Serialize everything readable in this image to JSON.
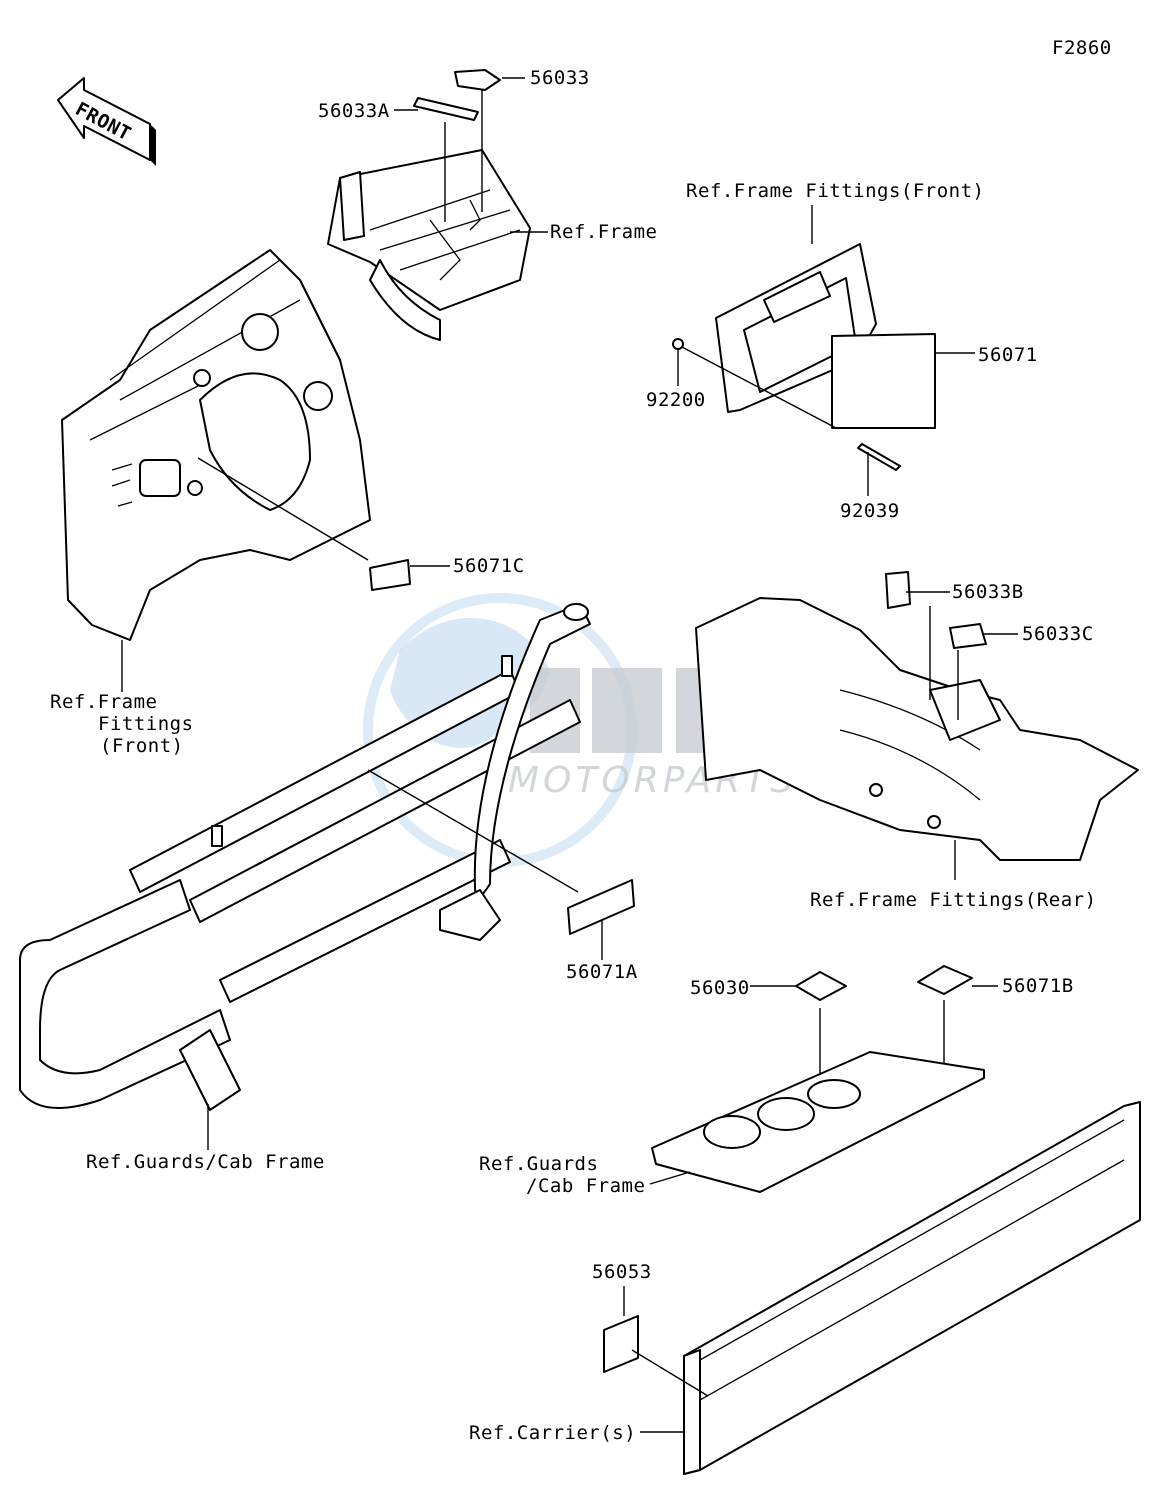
{
  "diagram": {
    "figure_code": "F2860",
    "front_arrow_text": "FRONT",
    "watermark": {
      "logo": "OEM",
      "text": "MOTORPARTS"
    },
    "labels": {
      "l56033": "56033",
      "l56033a": "56033A",
      "ref_frame": "Ref.Frame",
      "ref_ff_front_top": "Ref.Frame Fittings(Front)",
      "l56071": "56071",
      "l92200": "92200",
      "l92039": "92039",
      "l56071c": "56071C",
      "ref_ff_front_l1": "Ref.Frame",
      "ref_ff_front_l2": "Fittings",
      "ref_ff_front_l3": "(Front)",
      "l56033b": "56033B",
      "l56033c": "56033C",
      "ref_ff_rear": "Ref.Frame Fittings(Rear)",
      "l56071a": "56071A",
      "l56030": "56030",
      "l56071b": "56071B",
      "ref_guards_left": "Ref.Guards/Cab Frame",
      "ref_guards_right_l1": "Ref.Guards",
      "ref_guards_right_l2": "/Cab Frame",
      "l56053": "56053",
      "ref_carriers": "Ref.Carrier(s)"
    }
  }
}
